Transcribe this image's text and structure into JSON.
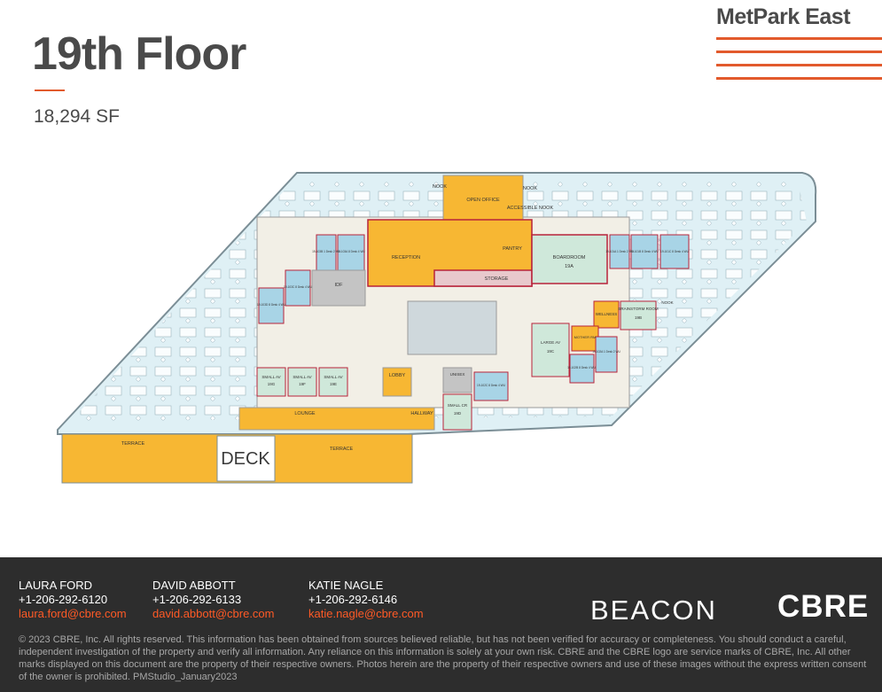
{
  "page": {
    "title": "19th Floor",
    "area": "18,294 SF",
    "brand": "MetPark East"
  },
  "plan": {
    "rooms": {
      "nook_top": "NOOK",
      "open_office": "OPEN OFFICE",
      "nook_top_right": "NOOK",
      "accessible_nook": "ACCESSIBLE NOOK",
      "reception": "RECEPTION",
      "pantry": "PANTRY",
      "storage": "STORAGE",
      "boardroom": "BOARDROOM",
      "boardroom_id": "19A",
      "office_101a": "19-101A 1 Desk 2 WU",
      "office_101b": "19-101B 8 Desk 4 WU",
      "office_101c": "19-101C 8 Desk 4 WU",
      "office_103b": "19-103B 1 Desk 2 WU",
      "office_103a": "19-103A 8 Desk 4 WU",
      "office_103c": "19-103C 8 Desk 4 WU",
      "office_103d": "19-103D 8 Desk 4 WU",
      "idf": "IDF",
      "wellness": "WELLNESS",
      "brainstorm": "BRAINSTORM ROOM",
      "brainstorm_id": "19B",
      "nook_right": "NOOK",
      "mother_rm": "MOTHER RM",
      "large_av": "LARGE AV",
      "large_av_id": "19C",
      "office_102a": "19-102A 1 Desk 2 WU",
      "office_102b": "19-102B 8 Desk 4 WU",
      "office_102c": "19-102C 8 Desk 4 WU",
      "small_av_1": "SMALL AV",
      "small_av_1_id": "19G",
      "small_av_2": "SMALL AV",
      "small_av_2_id": "19F",
      "small_av_3": "SMALL AV",
      "small_av_3_id": "19E",
      "lobby": "LOBBY",
      "unisex": "UNISEX",
      "small_cr": "SMALL CR",
      "small_cr_id": "19D",
      "lounge": "LOUNGE",
      "hallway": "HALLWAY",
      "terrace_left": "TERRACE",
      "deck": "DECK",
      "terrace_right": "TERRACE"
    }
  },
  "contacts": [
    {
      "name": "LAURA FORD",
      "phone": "+1-206-292-6120",
      "email": "laura.ford@cbre.com"
    },
    {
      "name": "DAVID ABBOTT",
      "phone": "+1-206-292-6133",
      "email": "david.abbott@cbre.com"
    },
    {
      "name": "KATIE NAGLE",
      "phone": "+1-206-292-6146",
      "email": "katie.nagle@cbre.com"
    }
  ],
  "logos": {
    "beacon": "BEACON",
    "cbre": "CBRE"
  },
  "legal": "© 2023 CBRE, Inc. All rights reserved. This information has been obtained from sources believed reliable, but has not been verified for accuracy or completeness. You should conduct a careful, independent investigation of the property and verify all information. Any reliance on this information is solely at your own risk. CBRE and the CBRE logo are service marks of CBRE, Inc. All other marks displayed on this document are the property of their respective owners. Photos herein are the property of their respective owners and use of these images without the express written consent of the owner is prohibited. PMStudio_January2023",
  "colors": {
    "accent": "#e25a2c",
    "email": "#ff5a26",
    "footer_bg": "#2d2d2d",
    "open_area": "#dff0f5",
    "core_yellow": "#f7b733",
    "room_green": "#cfe8da",
    "room_blue": "#a8d4e6",
    "wall_red": "#b8233a"
  }
}
